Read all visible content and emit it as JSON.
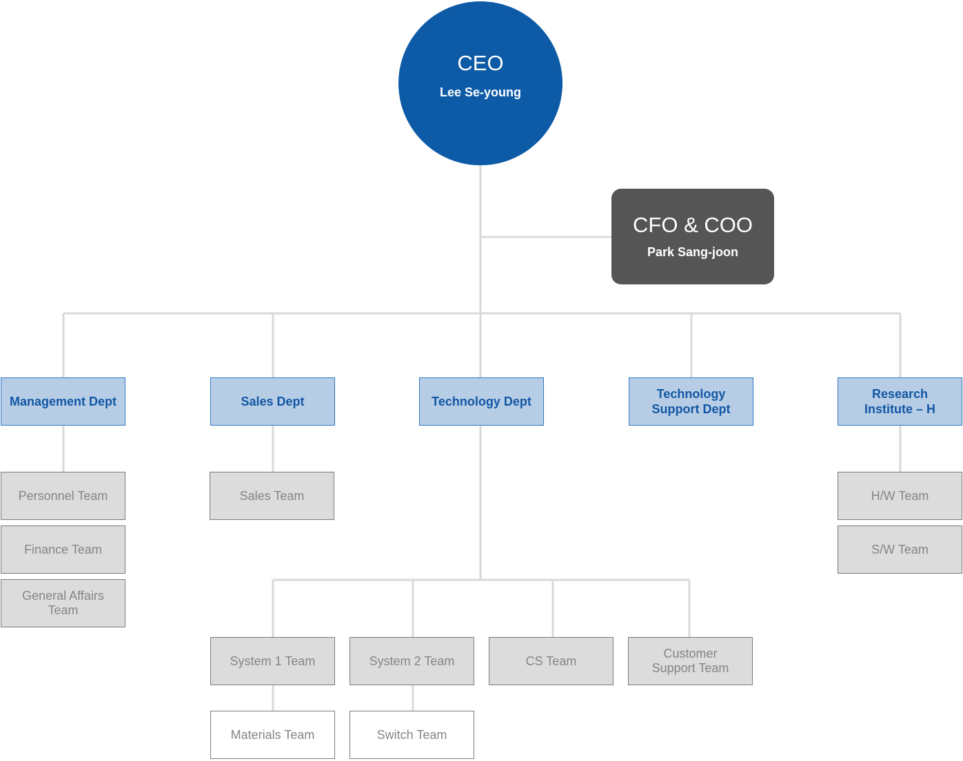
{
  "colors": {
    "ceo_circle": "#0d5aa7",
    "cfo_box": "#555555",
    "dept_fill": "#b7cde6",
    "dept_border": "#2f78c4",
    "dept_text": "#1257a4",
    "team_fill": "#dcdcdc",
    "team_text": "#858585",
    "connector": "#d9d9d9"
  },
  "ceo": {
    "title": "CEO",
    "name": "Lee Se-young"
  },
  "cfo": {
    "title": "CFO & COO",
    "name": "Park Sang-joon"
  },
  "departments": {
    "management": {
      "label": "Management Dept",
      "teams": [
        "Personnel Team",
        "Finance Team",
        "General Affairs Team"
      ]
    },
    "sales": {
      "label": "Sales Dept",
      "teams": [
        "Sales Team"
      ]
    },
    "technology": {
      "label": "Technology Dept",
      "teams": [
        "System 1 Team",
        "System 2 Team",
        "CS Team",
        "Customer Support Team"
      ],
      "subteams": {
        "system1": "Materials Team",
        "system2": "Switch Team"
      }
    },
    "tech_support": {
      "label": "Technology Support Dept"
    },
    "research": {
      "label": "Research Institute – H",
      "teams": [
        "H/W Team",
        "S/W Team"
      ]
    }
  }
}
